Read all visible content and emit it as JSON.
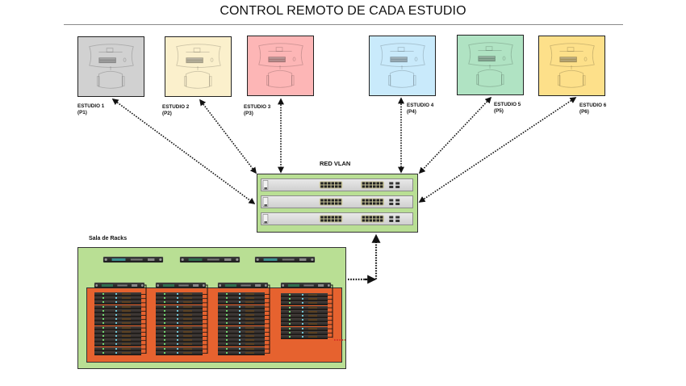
{
  "title": "CONTROL REMOTO DE CADA ESTUDIO",
  "studios": [
    {
      "name": "ESTUDIO 1",
      "code": "(P1)",
      "color": "#d1d1d1",
      "label_side": "below"
    },
    {
      "name": "ESTUDIO 2",
      "code": "(P2)",
      "color": "#fbf0cc",
      "label_side": "below"
    },
    {
      "name": "ESTUDIO 3",
      "code": "(P3)",
      "color": "#fdb6b6",
      "label_side": "below"
    },
    {
      "name": "ESTUDIO 4",
      "code": "(P4)",
      "color": "#c9eafb",
      "label_side": "below-right"
    },
    {
      "name": "ESTUDIO 5",
      "code": "(P5)",
      "color": "#b0e3c3",
      "label_side": "below-right"
    },
    {
      "name": "ESTUDIO 6",
      "code": "(P6)",
      "color": "#fde08a",
      "label_side": "below-right"
    }
  ],
  "network": {
    "label": "RED VLAN",
    "box_color": "#b9df94",
    "switch_count": 3,
    "switch_icon": "network-switch-icon"
  },
  "rack_room": {
    "label": "Sala de Racks",
    "room_color": "#b9df94",
    "rack_area_color": "#e6622f",
    "top_devices": 3,
    "rack_columns": [
      {
        "servers": 15
      },
      {
        "servers": 15
      },
      {
        "servers": 15
      },
      {
        "servers": 11
      }
    ]
  },
  "connections": {
    "style": "dotted",
    "arrow": "bidirectional",
    "links": [
      {
        "from": "ESTUDIO 1",
        "to": "RED VLAN"
      },
      {
        "from": "ESTUDIO 2",
        "to": "RED VLAN"
      },
      {
        "from": "ESTUDIO 3",
        "to": "RED VLAN"
      },
      {
        "from": "ESTUDIO 4",
        "to": "RED VLAN"
      },
      {
        "from": "ESTUDIO 5",
        "to": "RED VLAN"
      },
      {
        "from": "ESTUDIO 6",
        "to": "RED VLAN"
      },
      {
        "from": "Sala de Racks",
        "to": "RED VLAN"
      }
    ]
  }
}
